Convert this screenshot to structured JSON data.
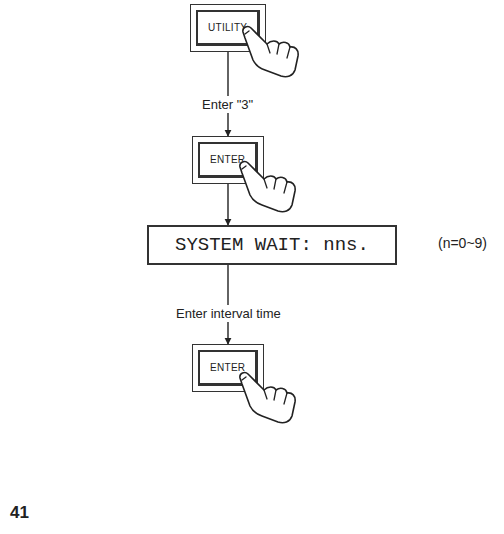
{
  "diagram": {
    "nodes": [
      {
        "text": [
          "UTILITY"
        ]
      },
      {
        "text": [
          "ENTER"
        ]
      },
      {
        "text": [
          "SYSTEM WAIT: nns."
        ]
      },
      {
        "text": [
          "ENTER"
        ]
      }
    ],
    "edges": [
      {
        "from": 0,
        "to": 1,
        "arrow": "to",
        "label": "Enter \"3\""
      },
      {
        "from": 1,
        "to": 2,
        "arrow": "to"
      },
      {
        "from": 2,
        "to": 3,
        "arrow": "to",
        "label": "Enter interval time"
      }
    ],
    "labels": [
      "(n=0~9)",
      "41"
    ]
  }
}
